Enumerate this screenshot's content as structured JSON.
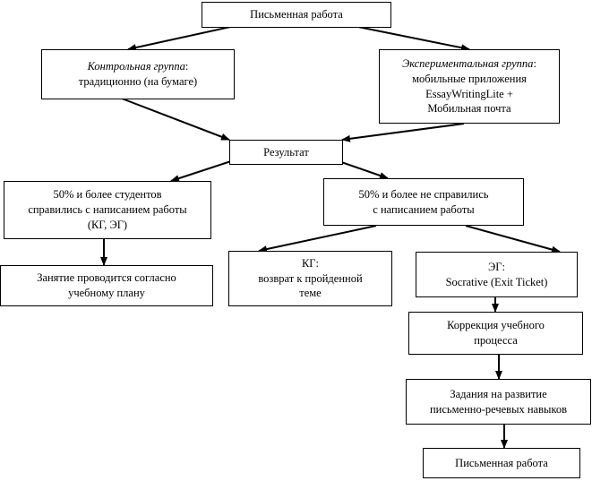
{
  "nodes": {
    "top": {
      "text": "Письменная работа"
    },
    "control": {
      "title": "Контрольная группа",
      "sep": ":",
      "line1": "традиционно (на бумаге)"
    },
    "experimental": {
      "title": "Экспериментальная группа",
      "sep": ":",
      "line1": "мобильные приложения",
      "line2": "EssayWritingLite +",
      "line3": "Мобильная почта"
    },
    "result": {
      "text": "Результат"
    },
    "success": {
      "line1": "50% и более студентов",
      "line2": "справились с написанием работы",
      "line3": "(КГ, ЭГ)"
    },
    "fail": {
      "line1": "50% и более не справились",
      "line2": "с написанием работы"
    },
    "plan": {
      "line1": "Занятие проводится согласно",
      "line2": "учебному плану"
    },
    "kg": {
      "line1": "КГ:",
      "line2": "возврат к пройденной",
      "line3": "теме"
    },
    "eg": {
      "line1": "ЭГ:",
      "line2": "Socrative (Exit Ticket)"
    },
    "correction": {
      "line1": "Коррекция учебного",
      "line2": "процесса"
    },
    "tasks": {
      "line1": "Задания на развитие",
      "line2": "письменно-речевых навыков"
    },
    "final": {
      "text": "Письменная работа"
    }
  }
}
